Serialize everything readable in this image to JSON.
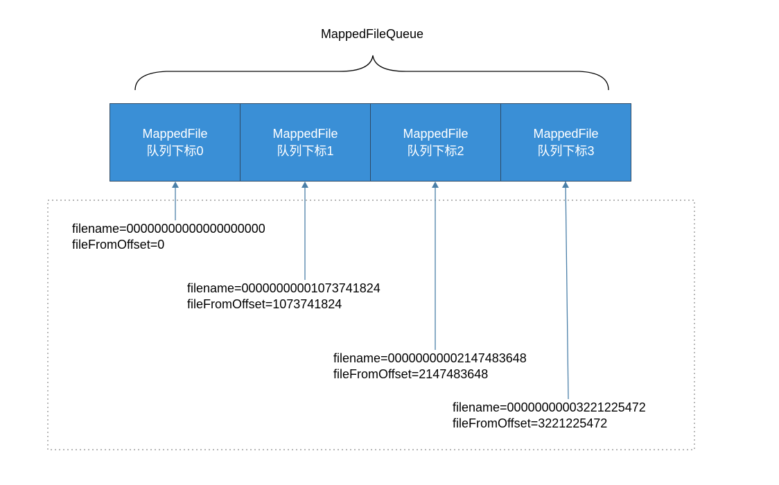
{
  "diagram": {
    "title": "MappedFileQueue",
    "cells": [
      {
        "name": "MappedFile",
        "index": "队列下标0"
      },
      {
        "name": "MappedFile",
        "index": "队列下标1"
      },
      {
        "name": "MappedFile",
        "index": "队列下标2"
      },
      {
        "name": "MappedFile",
        "index": "队列下标3"
      }
    ],
    "labels": [
      {
        "filename": "filename=00000000000000000000",
        "offset": "fileFromOffset=0"
      },
      {
        "filename": "filename=00000000001073741824",
        "offset": "fileFromOffset=1073741824"
      },
      {
        "filename": "filename=00000000002147483648",
        "offset": "fileFromOffset=2147483648"
      },
      {
        "filename": "filename=00000000003221225472",
        "offset": "fileFromOffset=3221225472"
      }
    ]
  },
  "colors": {
    "cell_fill": "#3a8fd6",
    "cell_border": "#2e4a66",
    "arrow": "#4a7fa8",
    "dotted_border": "#888888"
  }
}
